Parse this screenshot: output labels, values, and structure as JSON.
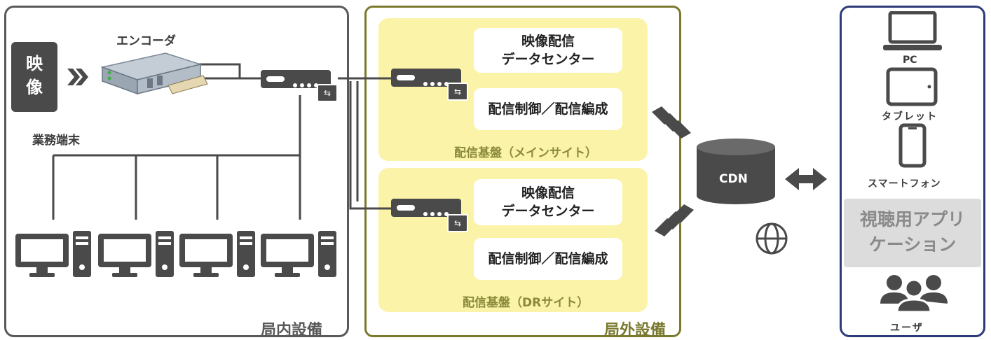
{
  "panels": {
    "in_station": {
      "label": "局内設備",
      "border": "#595959"
    },
    "out_station": {
      "label": "局外設備",
      "border": "#7a7a2e",
      "label_color": "#7a7a2e"
    },
    "user_side": {
      "border": "#2c3a7a"
    }
  },
  "in_station": {
    "video_label": "映\n像",
    "encoder_label": "エンコーダ",
    "terminals_label": "業務端末"
  },
  "platforms": [
    {
      "datacenter": "映像配信\nデータセンター",
      "control": "配信制御／配信編成",
      "caption": "配信基盤（メインサイト）"
    },
    {
      "datacenter": "映像配信\nデータセンター",
      "control": "配信制御／配信編成",
      "caption": "配信基盤（DRサイト）"
    }
  ],
  "cdn": {
    "label": "CDN"
  },
  "devices": {
    "pc": "PC",
    "tablet": "タブレット",
    "smartphone": "スマートフォン",
    "app": "視聴用アプリ\nケーション",
    "users": "ユーザ"
  },
  "colors": {
    "yellow": "#fbf3a8",
    "dark": "#4a4a4a",
    "gray_text": "#8a8a3a"
  }
}
